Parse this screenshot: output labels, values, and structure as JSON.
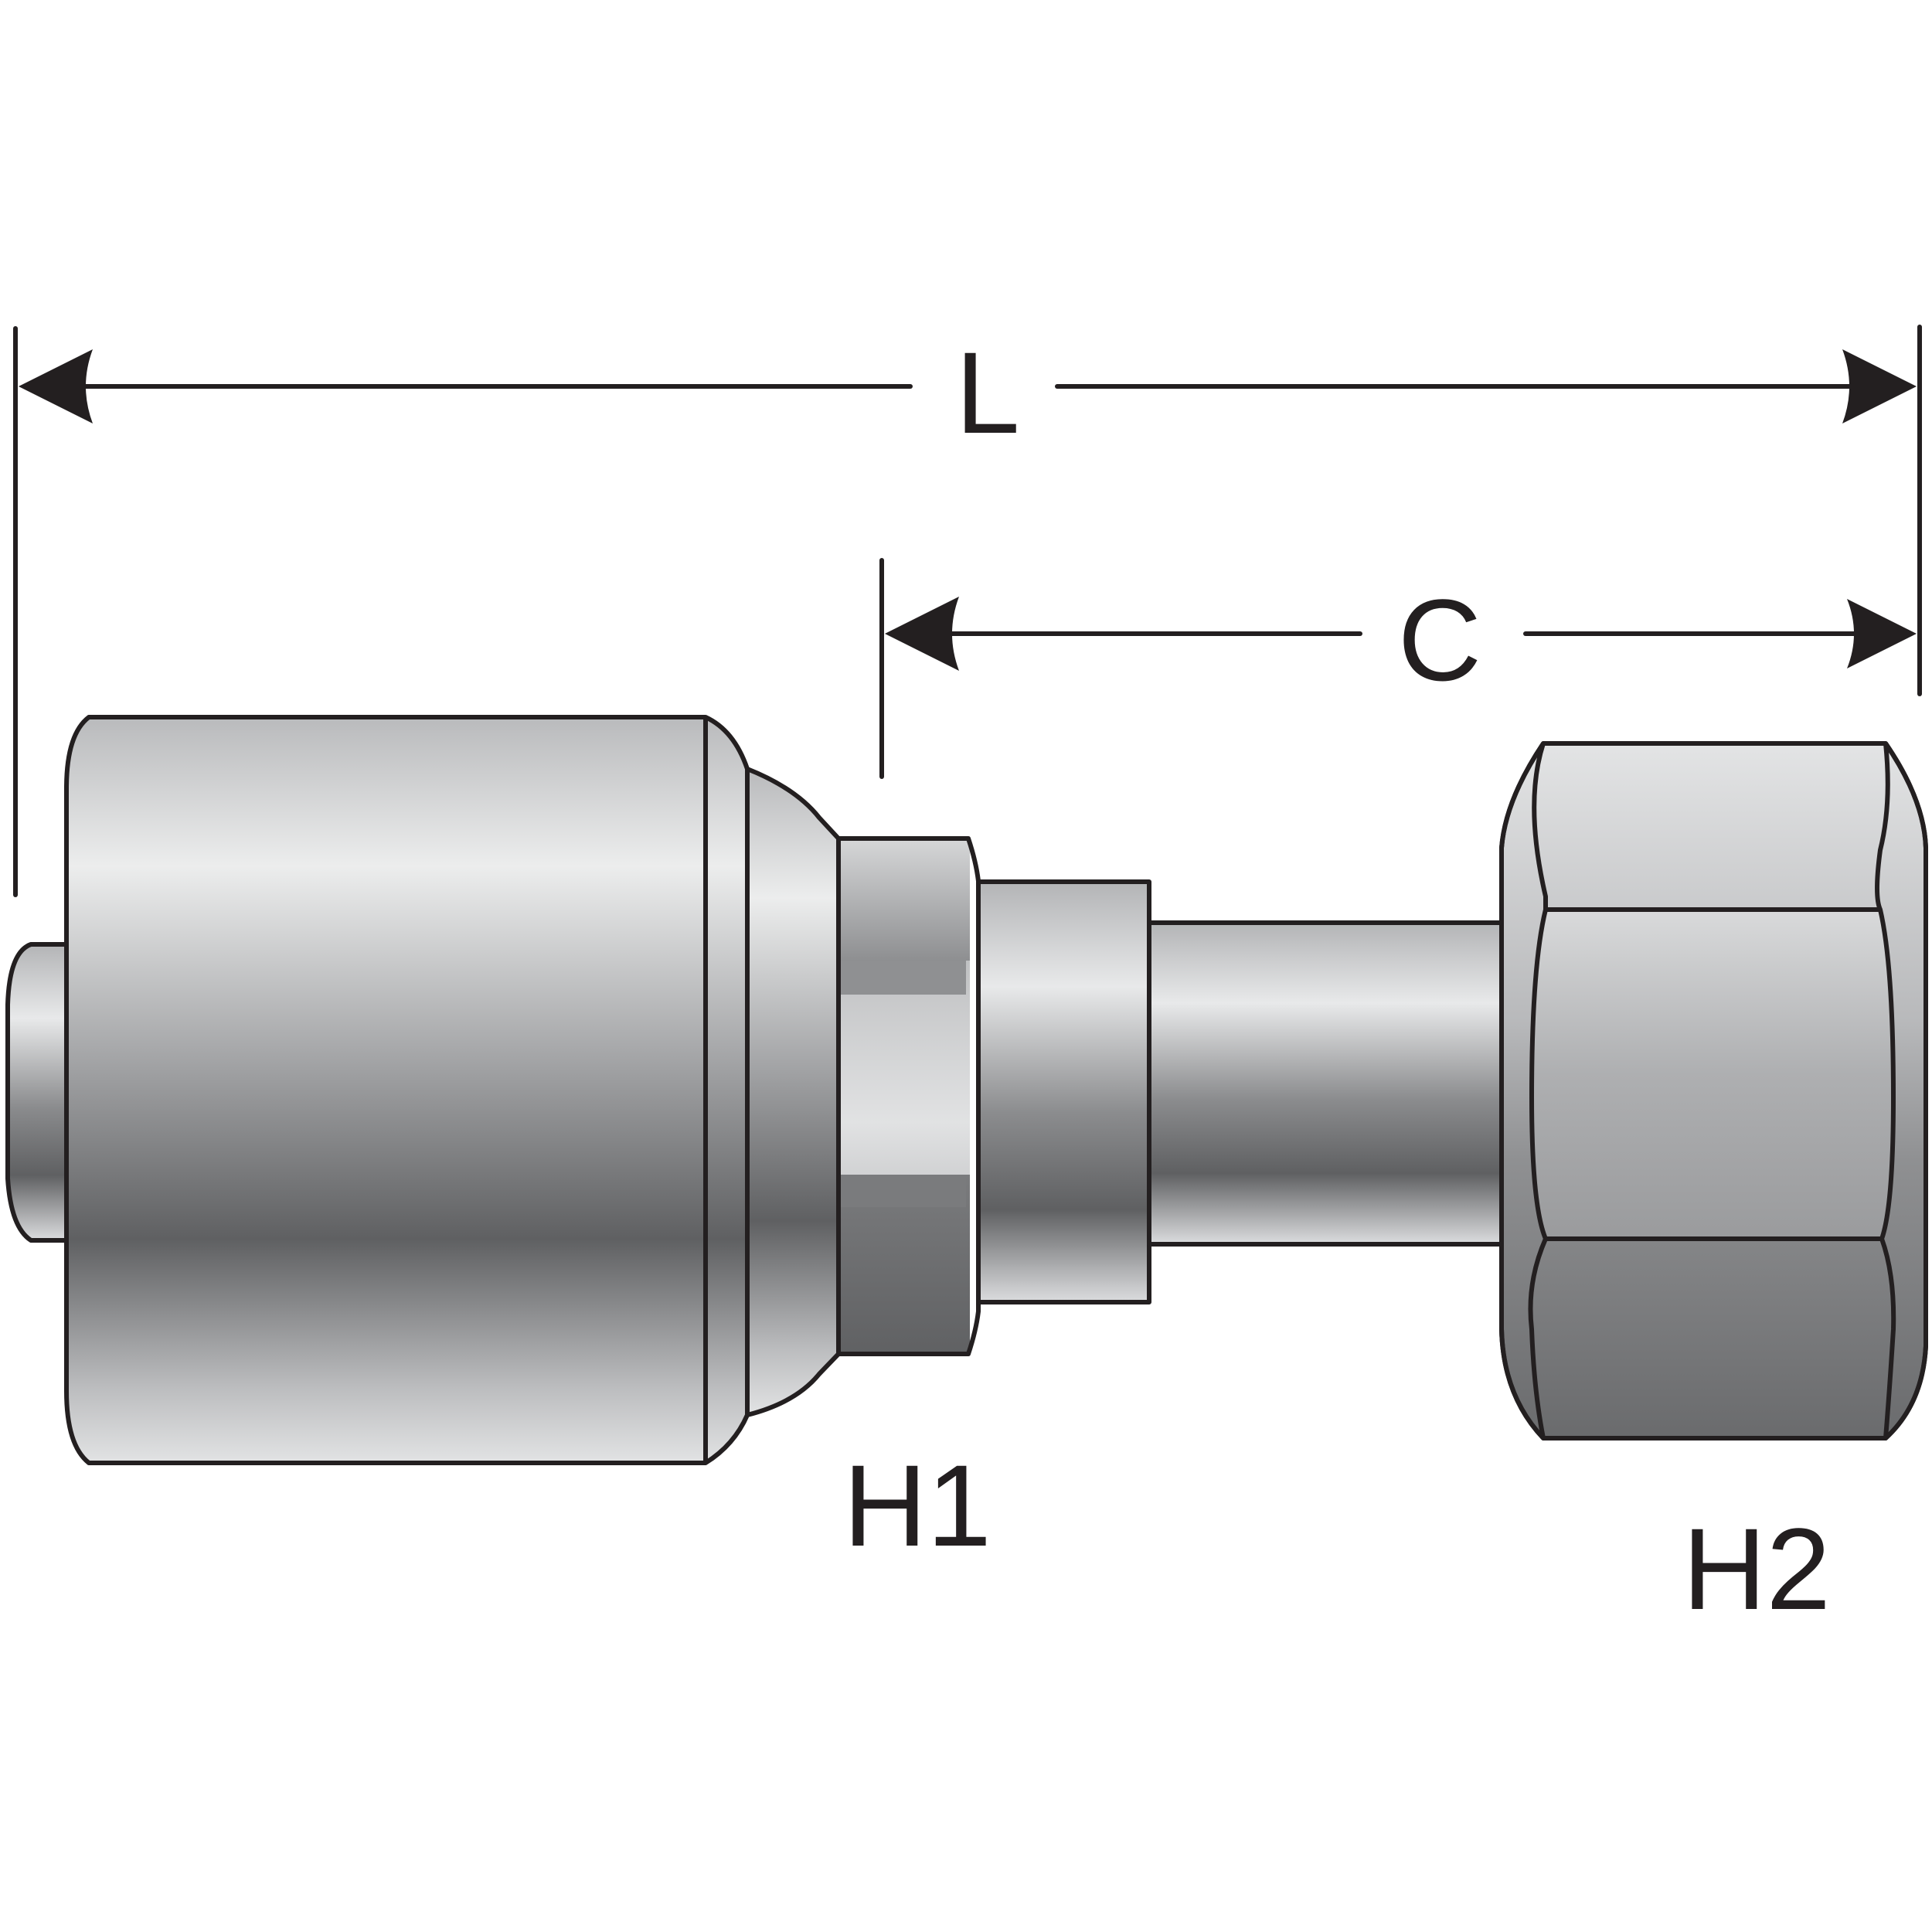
{
  "dimensions": {
    "overall_length_label": "L",
    "center_length_label": "C"
  },
  "hex_labels": {
    "hex1_label": "H1",
    "hex2_label": "H2"
  },
  "colors": {
    "line": "#231f20",
    "metal_light": "#e8e9ea",
    "metal_dark": "#5f6062",
    "background": "#ffffff"
  }
}
